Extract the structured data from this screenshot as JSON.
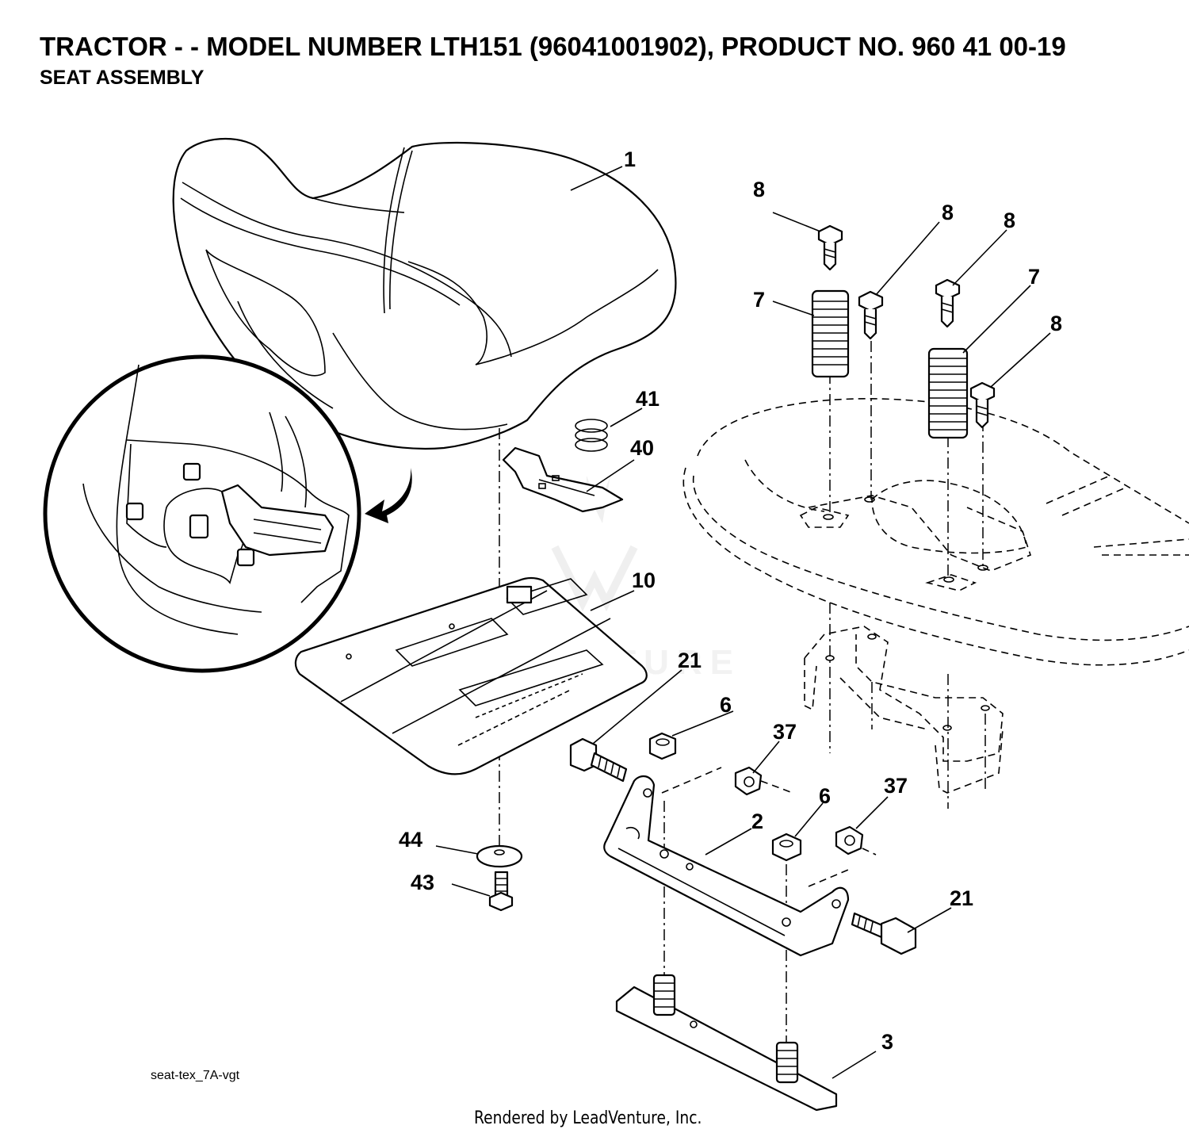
{
  "header": {
    "title": "TRACTOR - - MODEL NUMBER LTH151 (96041001902), PRODUCT NO. 960 41 00-19",
    "subtitle": "SEAT ASSEMBLY"
  },
  "callouts": {
    "c1": "1",
    "c2": "2",
    "c3": "3",
    "c6a": "6",
    "c6b": "6",
    "c7a": "7",
    "c7b": "7",
    "c8a": "8",
    "c8b": "8",
    "c8c": "8",
    "c8d": "8",
    "c10": "10",
    "c21a": "21",
    "c21b": "21",
    "c37a": "37",
    "c37b": "37",
    "c40": "40",
    "c41": "41",
    "c43": "43",
    "c44": "44"
  },
  "footer": {
    "drawing_ref": "seat-tex_7A-vgt",
    "rendered_by": "Rendered by LeadVenture, Inc."
  },
  "watermark": {
    "text": "LEADVENTURE"
  }
}
